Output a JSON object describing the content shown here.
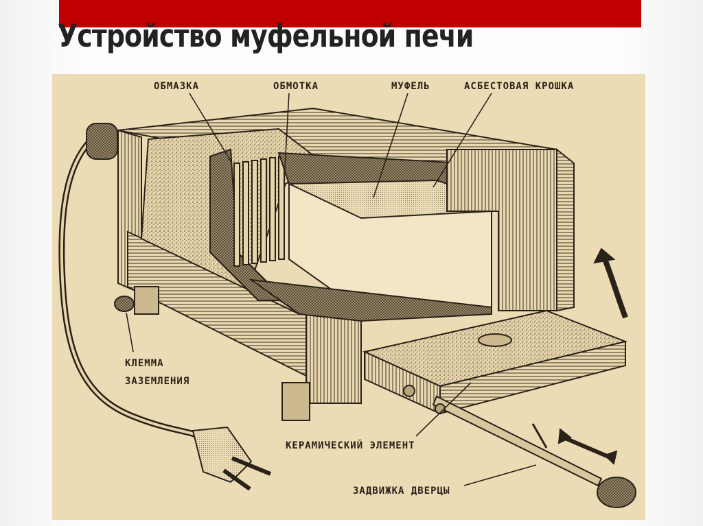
{
  "slide": {
    "title": "Устройство муфельной печи",
    "accent_color": "#c00000"
  },
  "diagram": {
    "labels": {
      "coating": "ОБМАЗКА",
      "winding": "ОБМОТКА",
      "muffle": "МУФЕЛЬ",
      "asbestos": "АСБЕСТОВАЯ КРОШКА",
      "ground_terminal_1": "КЛЕММА",
      "ground_terminal_2": "ЗАЗЕМЛЕНИЯ",
      "ceramic_element": "КЕРАМИЧЕСКИЙ ЭЛЕМЕНТ",
      "door_latch": "ЗАДВИЖКА ДВЕРЦЫ"
    }
  }
}
